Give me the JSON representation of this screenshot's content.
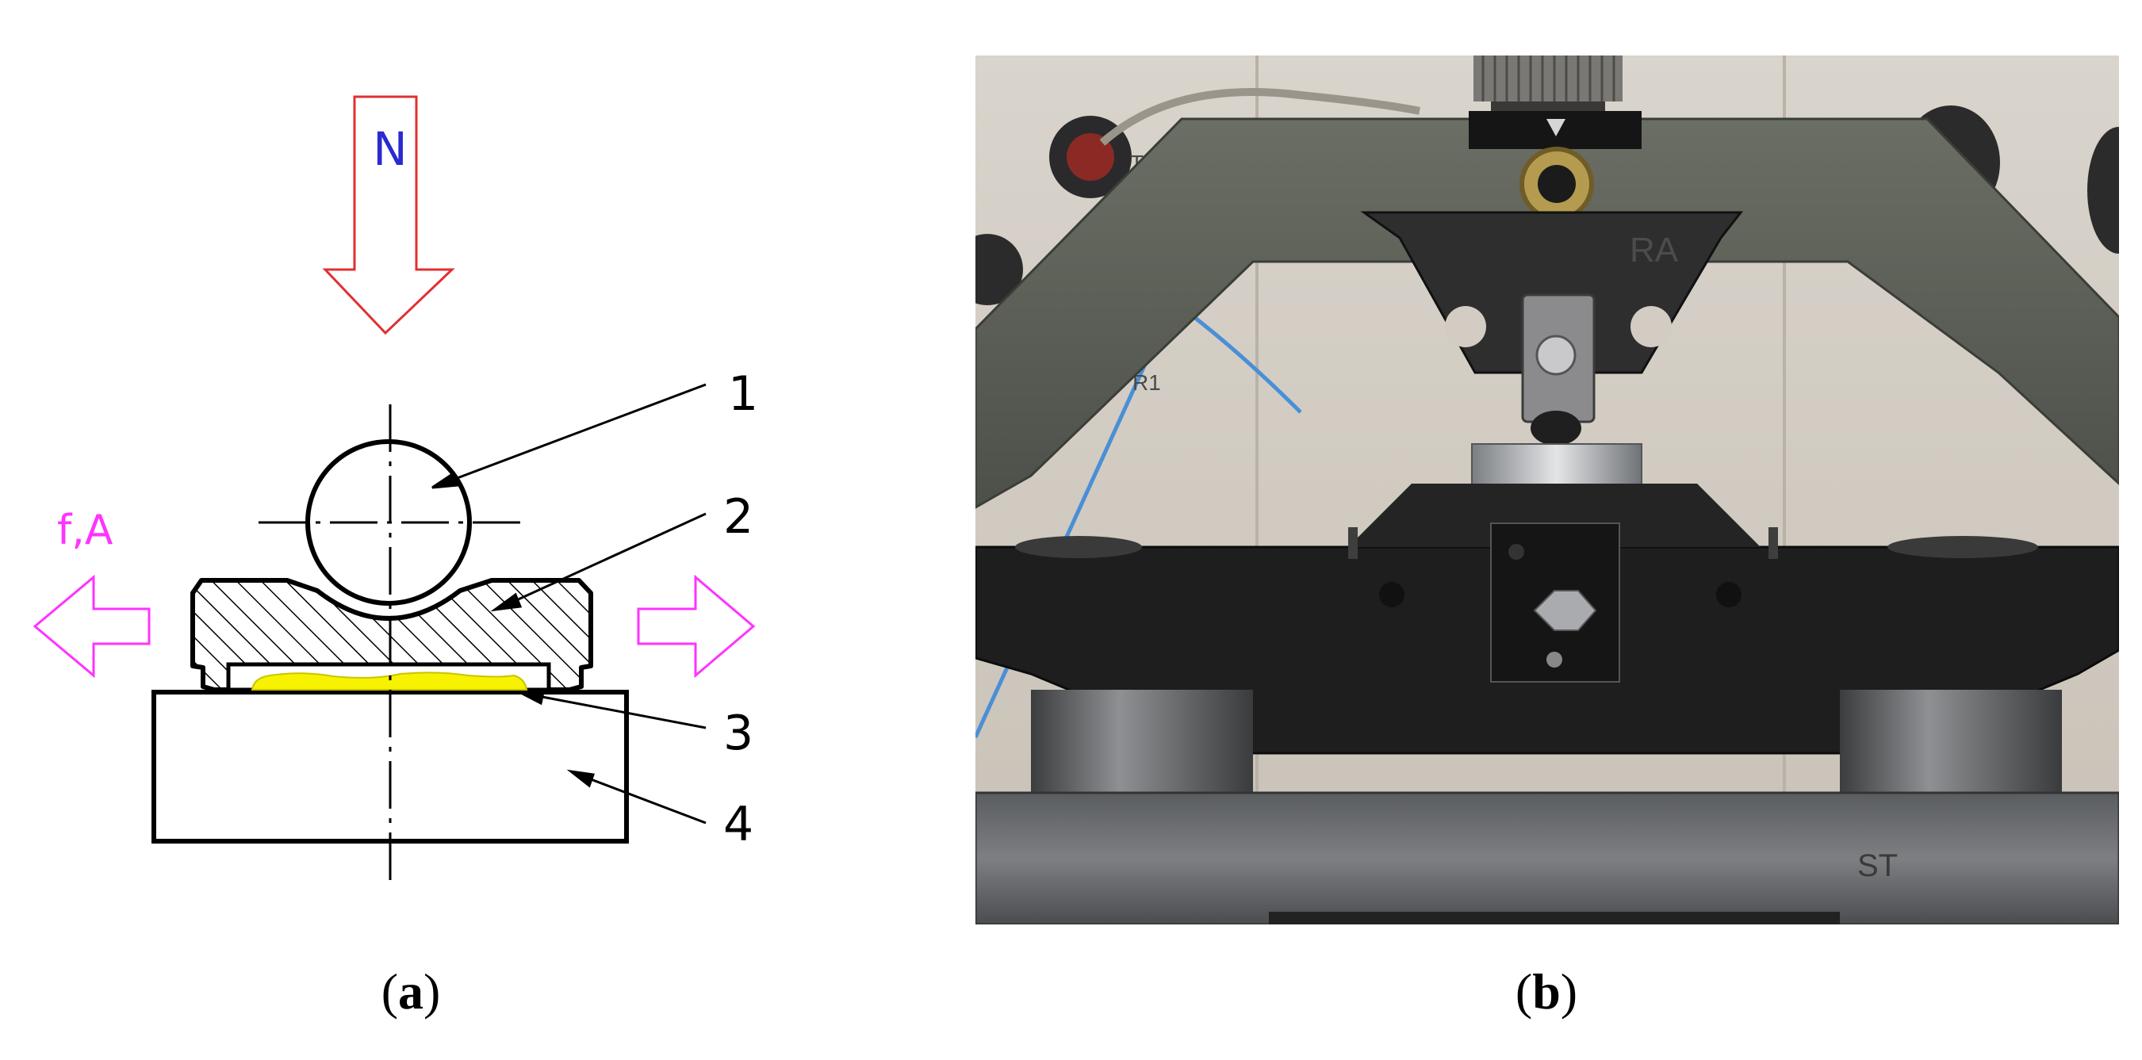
{
  "panel_a": {
    "force_label": "N",
    "motion_label": "f,A",
    "callouts": [
      "1",
      "2",
      "3",
      "4"
    ],
    "colors": {
      "force_arrow": "#e03030",
      "force_text": "#2a2ad0",
      "motion": "#ff33ff",
      "lubricant": "#f7f200",
      "outline": "#000000"
    },
    "caption_letter": "a"
  },
  "panel_b": {
    "photo_labels": [
      "T1",
      "R1",
      "RA",
      "ST"
    ],
    "caption_letter": "b"
  }
}
